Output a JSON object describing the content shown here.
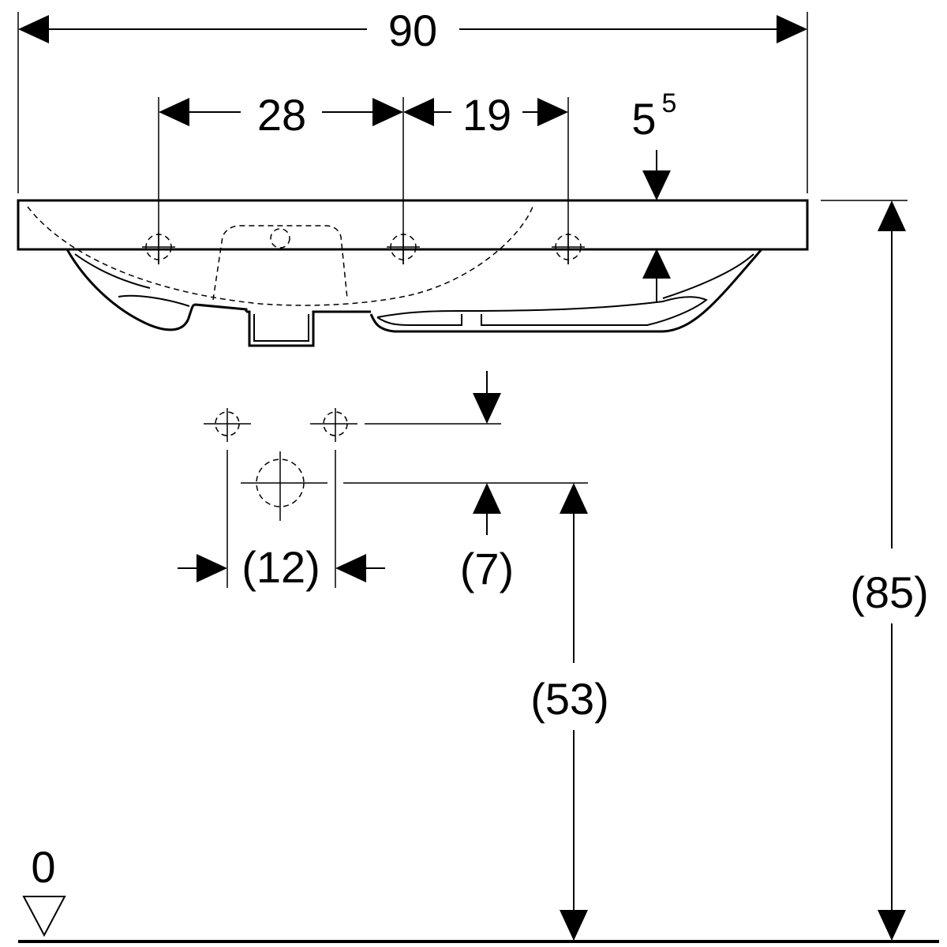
{
  "diagram": {
    "dimensions": {
      "overall_width": "90",
      "tap_spacing_left": "28",
      "tap_spacing_right": "19",
      "rim_thickness_base": "5",
      "rim_thickness_sup": "5",
      "overall_height": "(85)",
      "drain_height": "(53)",
      "drain_spacing": "(12)",
      "drain_offset": "(7)"
    },
    "floor_label": "0"
  }
}
